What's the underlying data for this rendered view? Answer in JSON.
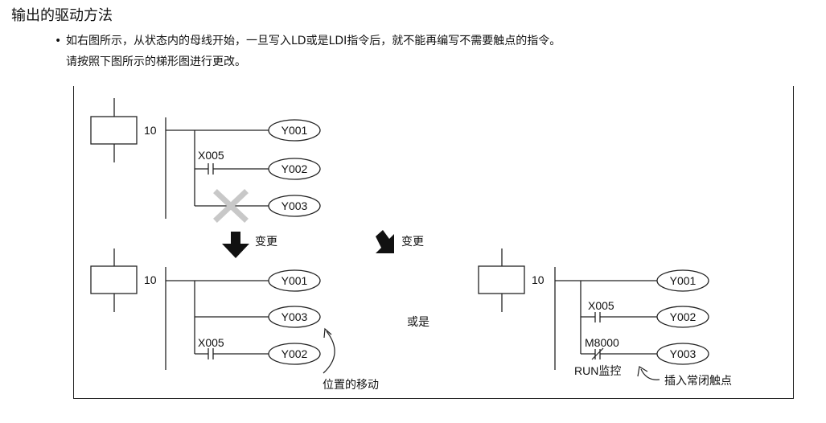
{
  "page": {
    "heading": "输出的驱动方法",
    "bullet": "•",
    "line1": "如右图所示，从状态内的母线开始，一旦写入LD或是LDI指令后，就不能再编写不需要触点的指令。",
    "line2": "请按照下图所示的梯形图进行更改。"
  },
  "diagram": {
    "state_label": "10",
    "outputs": {
      "y001": "Y001",
      "y002": "Y002",
      "y003": "Y003"
    },
    "contacts": {
      "x005": "X005",
      "m8000": "M8000"
    },
    "change_label": "变更",
    "or_label": "或是",
    "move_note": "位置的移动",
    "run_monitor": "RUN监控",
    "insert_note": "插入常闭触点"
  }
}
